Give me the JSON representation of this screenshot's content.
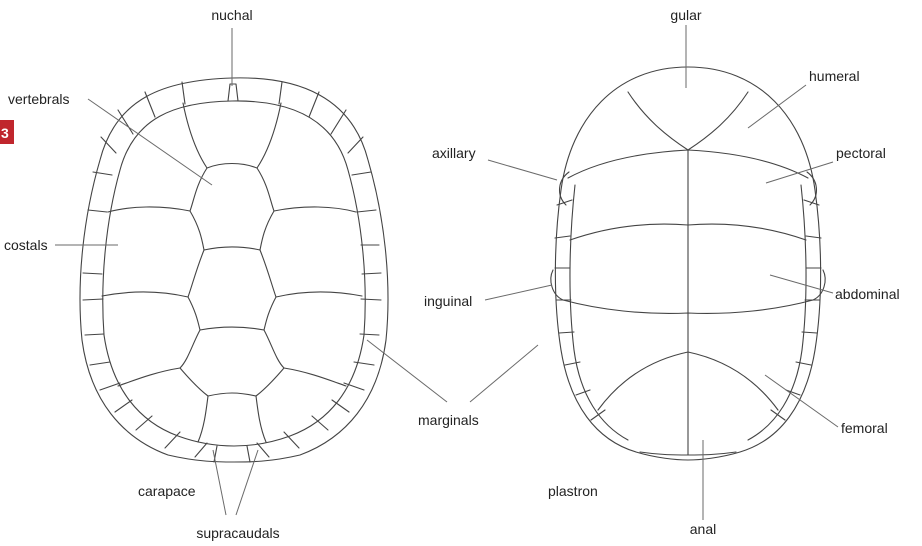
{
  "figure": {
    "number_badge": "3",
    "badge_color": "#c0262d",
    "line_color": "#444444",
    "text_color": "#222222"
  },
  "carapace": {
    "title": "carapace",
    "labels": {
      "nuchal": "nuchal",
      "vertebrals": "vertebrals",
      "costals": "costals",
      "marginals": "marginals",
      "supracaudals": "supracaudals"
    }
  },
  "plastron": {
    "title": "plastron",
    "labels": {
      "gular": "gular",
      "humeral": "humeral",
      "axillary": "axillary",
      "pectoral": "pectoral",
      "inguinal": "inguinal",
      "abdominal": "abdominal",
      "femoral": "femoral",
      "anal": "anal"
    }
  }
}
